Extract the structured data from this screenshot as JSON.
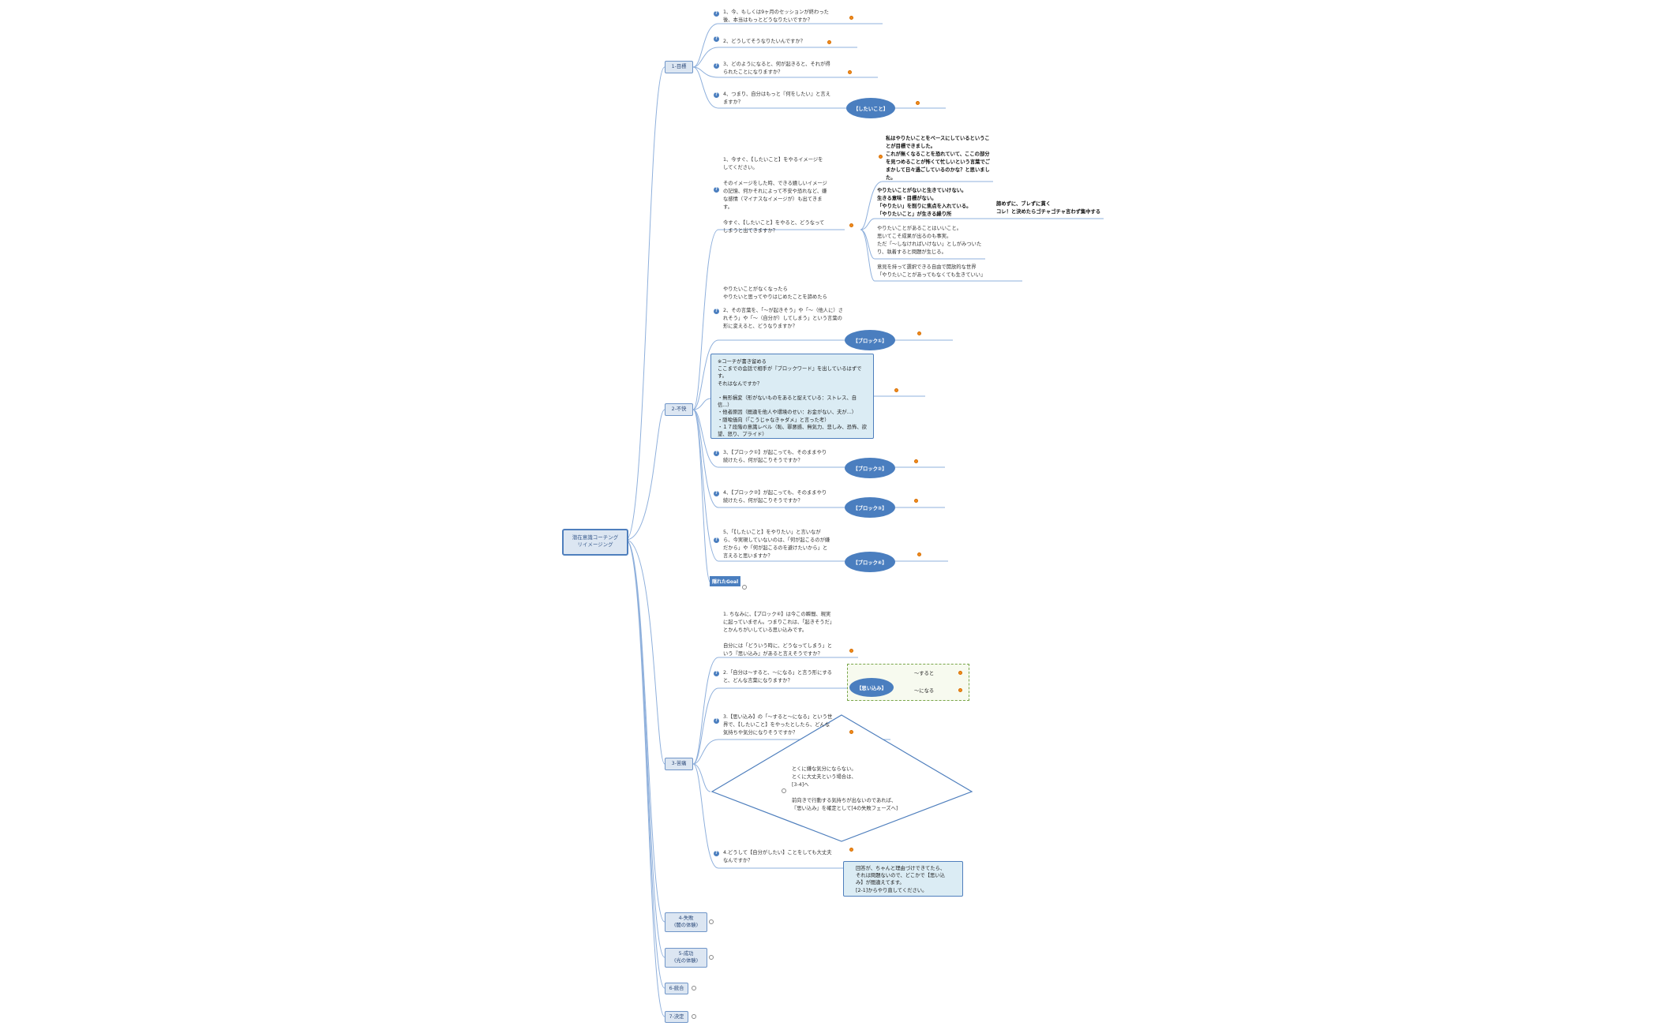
{
  "root": {
    "line1": "潜在意識コーチング",
    "line2": "リイメージング"
  },
  "topics": {
    "t1": "1-目標",
    "t2": "2-不快",
    "t3": "3-苦痛",
    "t4": {
      "line1": "4-失敗",
      "line2": "(闇の体験)"
    },
    "t5": {
      "line1": "5-成功",
      "line2": "(光の体験)"
    },
    "t6": "6-統合",
    "t7": "7-決定"
  },
  "s1": {
    "q1": "1、今、もしくは9ヶ月のセッションが終わった後、本当はもっとどうなりたいですか？",
    "q2": "2、どうしてそうなりたいんですか？",
    "q3": "3、どのようになると、何が起きると、それが得られたことになりますか？",
    "q4": "4、つまり、自分はもっと『何をしたい』と言えますか？",
    "oval": "【したいこと】"
  },
  "s2": {
    "q1": "1、今すぐ、【したいこと】をやるイメージをしてください。\n\nそのイメージをした時、できる嬉しいイメージの記憶、何かそれによって不安や恐れなど、嫌な感情（マイナスなイメージが）も出てきます。\n\n今すぐ、【したいこと】をやると、どうなってしまうと出てきますか？",
    "a1": "私はやりたいことをベースにしているということが目標できました。\nこれが無くなることを恐れていて、ここの部分を見つめることが怖くて忙しいという言葉でごまかして日々過ごしているのかな？と思いました。",
    "a2": "やりたいことがないと生きていけない。\n生きる意味・目標がない。\n「やりたい」を削りに焦点を入れている。\n「やりたいこと」が生きる繰り所",
    "a2b": "諦めずに、ブレずに貫く\nコレ！と決めたらゴチャゴチャ言わず集中する",
    "a3": "やりたいことがあることはいいこと。\n思いてこそ成果が出るのも事実。\nただ「〜しなければいけない」としがみついたり、執着すると問題が生じる。",
    "a4": "意見を持って選択できる自由で開放的な世界\n「やりたいことがあってもなくても生きていい」",
    "memo": "やりたいことがなくなったら\nやりたいと思ってやりはじめたことを諦めたら",
    "q2": "2、その言葉を、「〜が起きそう」や「〜（他人に）されそう」や「〜（自分が）してしまう」という言葉の形に変えると、どうなりますか？",
    "oval1": "【ブロック①】",
    "box": "※コーチが書き留める\nここまでの会話で相手が『ブロックワード』を出しているはずです。\nそれはなんですか？\n\n・無形損変（形がないものをあると捉えている：ストレス、自信...）\n・他者原因（間違を他人や環境のせい：お金がない、夫が...）\n・隠喩価向（「こうじゃなきゃダメ」と言った考）\n・１７段階の意識レベル（恥、罪悪感、無気力、悲しみ、恐怖、欲望、怒り、プライド）",
    "q3": "3、【ブロック①】が起こっても、そのままやり続けたら、何が起こりそうですか？",
    "oval2": "【ブロック②】",
    "q4": "4、【ブロック②】が起こっても、そのままやり続けたら、何が起こりそうですか？",
    "oval3": "【ブロック③】",
    "q5": "5、「【したいこと】をやりたい」と言いながら、今実現していないのは、「何が起こるのが嫌だから」や「何が起こるのを避けたいから」と言えると思いますか？",
    "oval4": "【ブロック④】",
    "tag": "隠れたGoal"
  },
  "s3": {
    "q1": "1. ちなみに、【ブロック④】は今この瞬間、現実に起っていません。つまりこれは、「起きそうだ」とかんちがいしている思い込みです。\n\n自分には「どういう時に、どうなってしまう」という『思い込み』があると言えそうですか？",
    "q2": "2.「自分は〜すると、〜になる」と言う形にすると、どんな言葉になりますか？",
    "oval": "【思い込み】",
    "l1": "〜すると",
    "l2": "〜になる",
    "q3": "3.【思い込み】の「〜すると〜になる」という世界で、【したいこと】をやったとしたら、どんな気持ちや気分になりそうですか？",
    "diamond": "とくに嫌な気分にならない。\nとくに大丈夫という場合は、\n[3-4]へ\n\n前向きで行動する気持ちが出ないのであれば、\n『思い込み』を確定として[4の失敗フェーズへ]",
    "q4": "4.どうして【自分がしたい】ことをしても大丈夫なんですか？",
    "box": "回答が、ちゃんと理由づけできてたら、\nそれは問題ないので、どこかで【思い込み】が間違えてます。\n[2-1]からやり直してください。"
  },
  "colors": {
    "accent": "#4a7ebf",
    "line": "#8fb0dc",
    "box_fill": "#dbecf4",
    "warn": "#f28c1f"
  }
}
